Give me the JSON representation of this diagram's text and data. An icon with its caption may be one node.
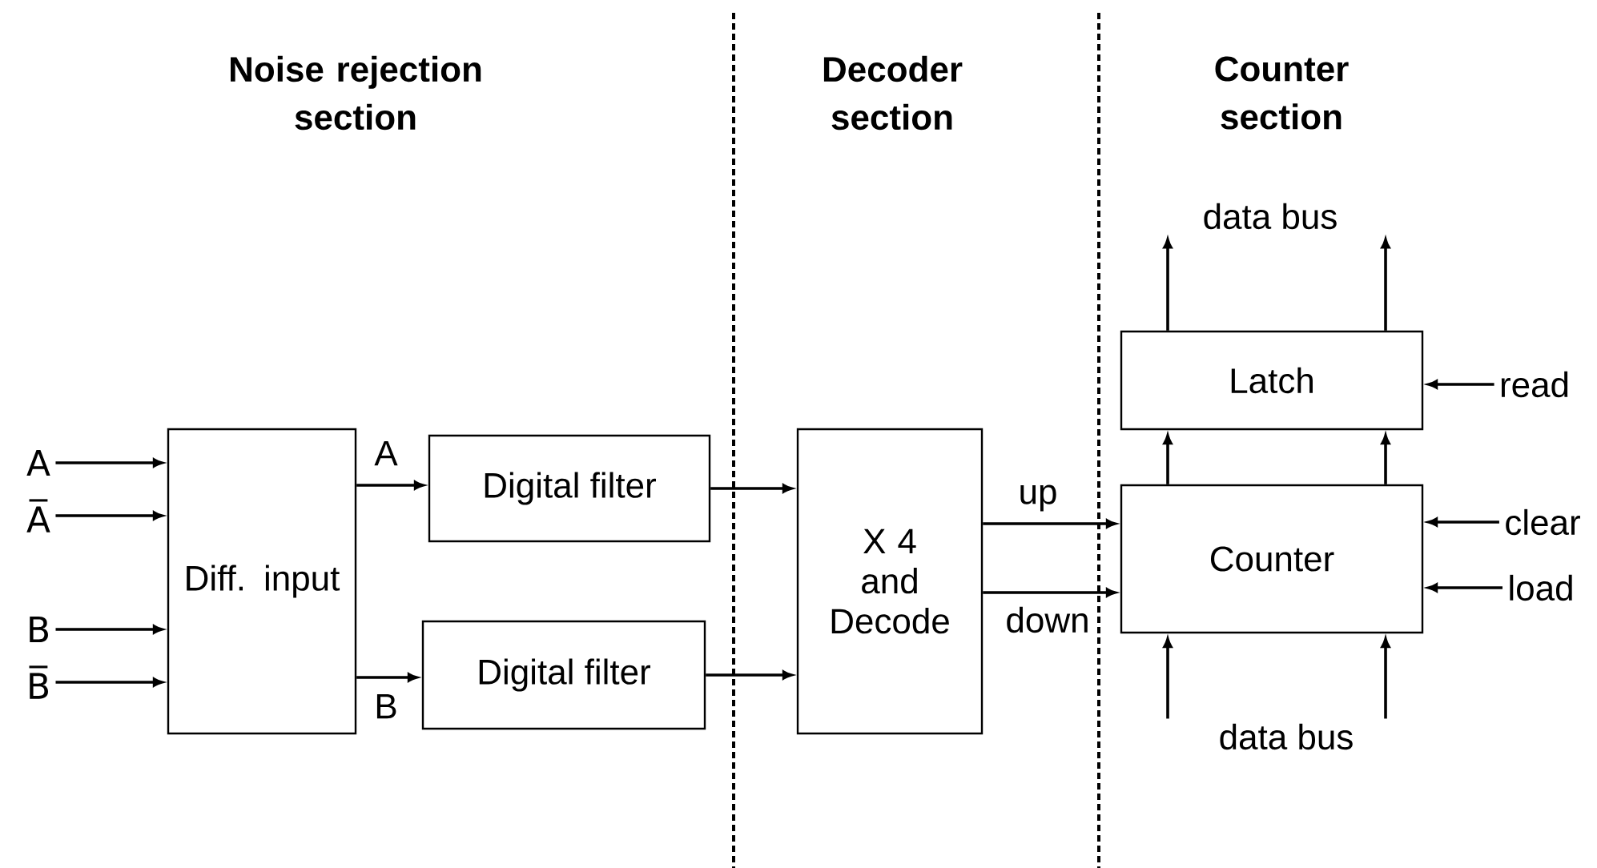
{
  "diagram": {
    "nodes": [
      {
        "text": [
          "Diff. input"
        ]
      },
      {
        "text": [
          "Digital filter"
        ]
      },
      {
        "text": [
          "Digital filter"
        ]
      },
      {
        "text": [
          "X 4 and Decode"
        ]
      },
      {
        "text": [
          "Latch"
        ]
      },
      {
        "text": [
          "Counter"
        ]
      },
      {
        "text": [
          "A"
        ]
      },
      {
        "text": [
          "A̅"
        ]
      },
      {
        "text": [
          "B"
        ]
      },
      {
        "text": [
          "B̅"
        ]
      },
      {
        "text": [
          "read"
        ]
      },
      {
        "text": [
          "clear"
        ]
      },
      {
        "text": [
          "load"
        ]
      },
      {
        "text": [
          "data bus"
        ]
      },
      {
        "text": [
          "data bus"
        ]
      }
    ],
    "edges": [
      {
        "from": 6,
        "to": 0,
        "arrow": "to"
      },
      {
        "from": 7,
        "to": 0,
        "arrow": "to"
      },
      {
        "from": 8,
        "to": 0,
        "arrow": "to"
      },
      {
        "from": 9,
        "to": 0,
        "arrow": "to"
      },
      {
        "from": 0,
        "to": 1,
        "arrow": "to",
        "label": "A"
      },
      {
        "from": 0,
        "to": 2,
        "arrow": "to",
        "label": "B"
      },
      {
        "from": 1,
        "to": 3,
        "arrow": "to"
      },
      {
        "from": 2,
        "to": 3,
        "arrow": "to"
      },
      {
        "from": 3,
        "to": 5,
        "arrow": "to",
        "label": "up"
      },
      {
        "from": 3,
        "to": 5,
        "arrow": "to",
        "label": "down"
      },
      {
        "from": 5,
        "to": 4,
        "arrow": "to"
      },
      {
        "from": 5,
        "to": 4,
        "arrow": "to"
      },
      {
        "from": 4,
        "to": 13,
        "arrow": "to"
      },
      {
        "from": 4,
        "to": 13,
        "arrow": "to"
      },
      {
        "from": 10,
        "to": 4,
        "arrow": "to"
      },
      {
        "from": 11,
        "to": 5,
        "arrow": "to"
      },
      {
        "from": 12,
        "to": 5,
        "arrow": "to"
      },
      {
        "from": 14,
        "to": 5,
        "arrow": "to"
      },
      {
        "from": 14,
        "to": 5,
        "arrow": "to"
      }
    ],
    "labels": [
      "Noise rejection section",
      "Decoder section",
      "Counter section"
    ]
  }
}
